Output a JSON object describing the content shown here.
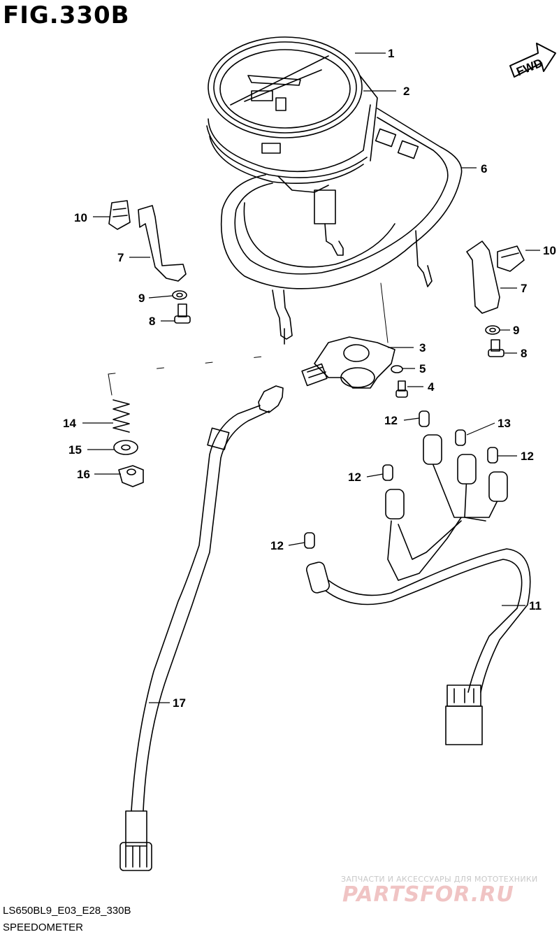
{
  "figure": {
    "title": "FIG.330B",
    "fwd_label": "FWD"
  },
  "callouts": [
    {
      "id": "c1",
      "label": "1"
    },
    {
      "id": "c2",
      "label": "2"
    },
    {
      "id": "c6",
      "label": "6"
    },
    {
      "id": "c10a",
      "label": "10"
    },
    {
      "id": "c7a",
      "label": "7"
    },
    {
      "id": "c9a",
      "label": "9"
    },
    {
      "id": "c8a",
      "label": "8"
    },
    {
      "id": "c10b",
      "label": "10"
    },
    {
      "id": "c7b",
      "label": "7"
    },
    {
      "id": "c9b",
      "label": "9"
    },
    {
      "id": "c8b",
      "label": "8"
    },
    {
      "id": "c3",
      "label": "3"
    },
    {
      "id": "c5",
      "label": "5"
    },
    {
      "id": "c4",
      "label": "4"
    },
    {
      "id": "c14",
      "label": "14"
    },
    {
      "id": "c15",
      "label": "15"
    },
    {
      "id": "c16",
      "label": "16"
    },
    {
      "id": "c12a",
      "label": "12"
    },
    {
      "id": "c13",
      "label": "13"
    },
    {
      "id": "c12b",
      "label": "12"
    },
    {
      "id": "c12c",
      "label": "12"
    },
    {
      "id": "c12d",
      "label": "12"
    },
    {
      "id": "c11",
      "label": "11"
    },
    {
      "id": "c17",
      "label": "17"
    }
  ],
  "footer": {
    "model_code": "LS650BL9_E03_E28_330B",
    "section_name": "SPEEDOMETER"
  },
  "watermark": {
    "tagline": "ЗАПЧАСТИ И АКСЕССУАРЫ ДЛЯ МОТОТЕХНИКИ",
    "logo": "PARTSFOR.RU"
  }
}
